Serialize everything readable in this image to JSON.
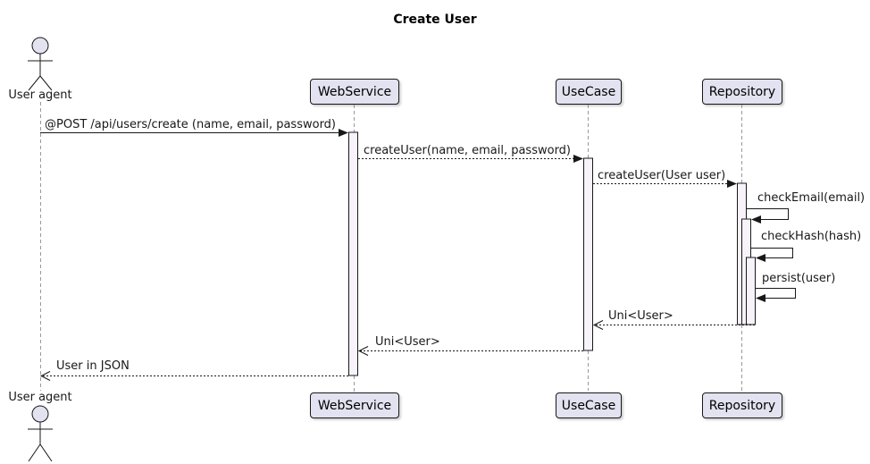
{
  "title": "Create User",
  "actor": {
    "label": "User agent"
  },
  "participants": [
    {
      "label": "WebService"
    },
    {
      "label": "UseCase"
    },
    {
      "label": "Repository"
    }
  ],
  "messages": [
    {
      "from": "User agent",
      "to": "WebService",
      "label": "@POST /api/users/create (name, email, password)",
      "line": "solid",
      "arrowhead": "filled"
    },
    {
      "from": "WebService",
      "to": "UseCase",
      "label": "createUser(name, email, password)",
      "line": "dotted",
      "arrowhead": "filled"
    },
    {
      "from": "UseCase",
      "to": "Repository",
      "label": "createUser(User user)",
      "line": "dotted",
      "arrowhead": "filled"
    },
    {
      "from": "Repository",
      "to": "Repository",
      "label": "checkEmail(email)",
      "line": "solid",
      "arrowhead": "filled",
      "self_call": true
    },
    {
      "from": "Repository",
      "to": "Repository",
      "label": "checkHash(hash)",
      "line": "solid",
      "arrowhead": "filled",
      "self_call": true
    },
    {
      "from": "Repository",
      "to": "Repository",
      "label": "persist(user)",
      "line": "solid",
      "arrowhead": "filled",
      "self_call": true
    },
    {
      "from": "Repository",
      "to": "UseCase",
      "label": "Uni<User>",
      "line": "dotted",
      "arrowhead": "open"
    },
    {
      "from": "UseCase",
      "to": "WebService",
      "label": "Uni<User>",
      "line": "dotted",
      "arrowhead": "open"
    },
    {
      "from": "WebService",
      "to": "User agent",
      "label": "User in JSON",
      "line": "dotted",
      "arrowhead": "open"
    }
  ],
  "colors": {
    "participant_fill": "#E2E2F0",
    "participant_border": "#181818",
    "activation_fill": "#F8F2FA",
    "line": "#181818",
    "lifeline": "#999999",
    "background": "#FFFFFF"
  }
}
